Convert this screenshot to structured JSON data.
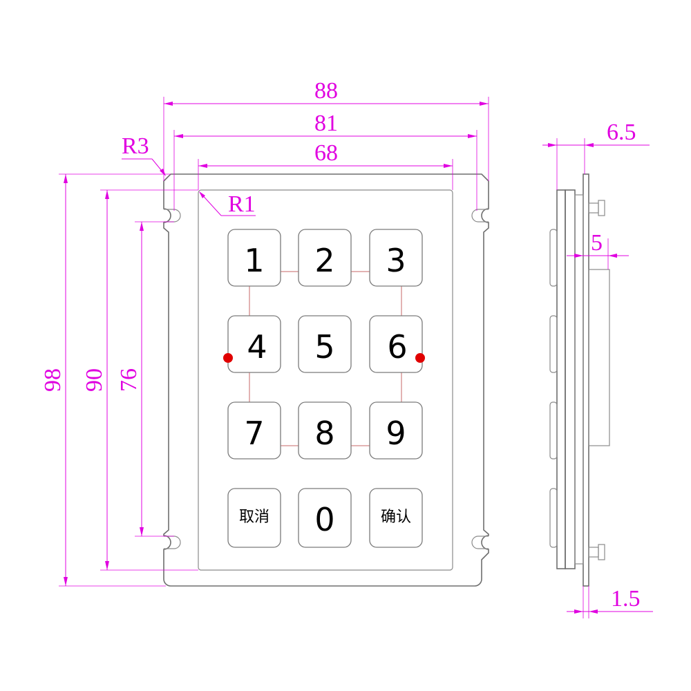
{
  "front_view": {
    "dimensions": {
      "width_outer": "88",
      "width_mid": "81",
      "width_inner": "68",
      "height_outer": "98",
      "height_mid": "90",
      "height_inner": "76",
      "radius_outer": "R3",
      "radius_inner": "R1"
    },
    "keys": [
      {
        "id": "key-1",
        "label": "1"
      },
      {
        "id": "key-2",
        "label": "2"
      },
      {
        "id": "key-3",
        "label": "3"
      },
      {
        "id": "key-4",
        "label": "4"
      },
      {
        "id": "key-5",
        "label": "5"
      },
      {
        "id": "key-6",
        "label": "6"
      },
      {
        "id": "key-7",
        "label": "7"
      },
      {
        "id": "key-8",
        "label": "8"
      },
      {
        "id": "key-9",
        "label": "9"
      },
      {
        "id": "key-cancel",
        "label": "取消"
      },
      {
        "id": "key-0",
        "label": "0"
      },
      {
        "id": "key-confirm",
        "label": "确认"
      }
    ],
    "led_color": "#e00000"
  },
  "side_view": {
    "dimensions": {
      "total_thickness": "6.5",
      "key_depth": "5",
      "plate_thickness": "1.5"
    }
  },
  "colors": {
    "dimension": "#e000e0",
    "outline": "#6e6e6e"
  }
}
